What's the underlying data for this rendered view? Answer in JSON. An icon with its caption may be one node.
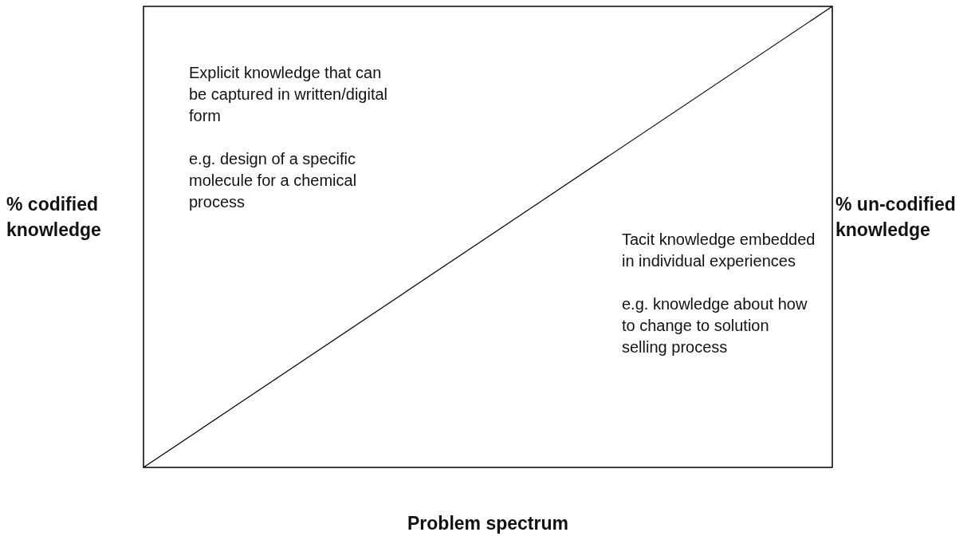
{
  "diagram": {
    "labels": [
      "Explicit knowledge that can be captured in written/digital form",
      "e.g. design of a specific molecule for a chemical process",
      "% codified knowledge",
      "% un-codified knowledge",
      "Tacit knowledge embedded in individual experiences",
      "e.g. knowledge about how to change to solution selling process",
      "Problem spectrum"
    ]
  }
}
